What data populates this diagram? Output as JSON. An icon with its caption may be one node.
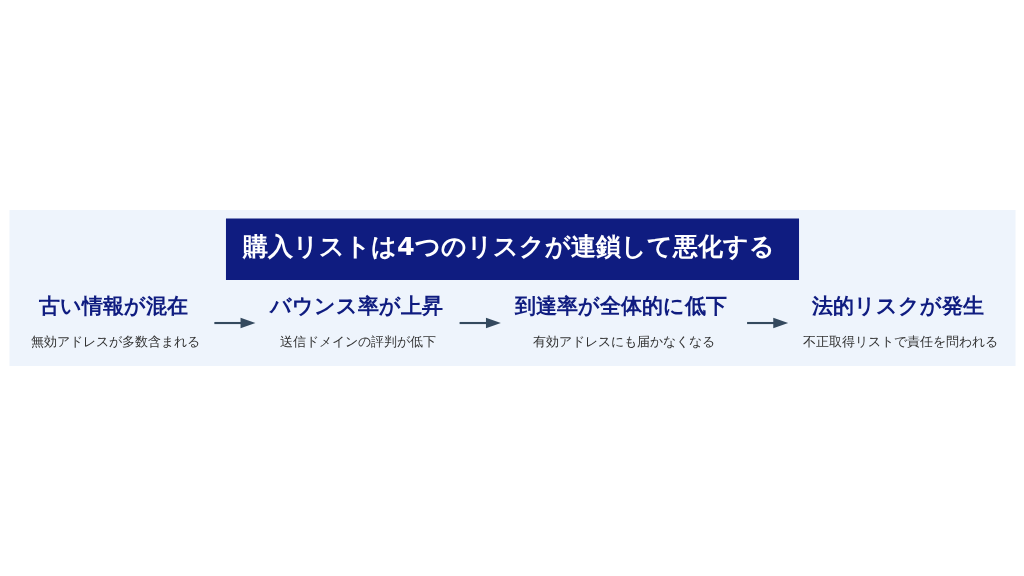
{
  "diagram": {
    "title": "購入リストは4つのリスクが連鎖して悪化する",
    "nodes": [
      {
        "text": [
          "古い情報が混在",
          "無効アドレスが多数含まれる"
        ]
      },
      {
        "text": [
          "バウンス率が上昇",
          "送信ドメインの評判が低下"
        ]
      },
      {
        "text": [
          "到達率が全体的に低下",
          "有効アドレスにも届かなくなる"
        ]
      },
      {
        "text": [
          "法的リスクが発生",
          "不正取得リストで責任を問われる"
        ]
      }
    ],
    "edges": [
      {
        "from": 0,
        "to": 1,
        "arrow": "to"
      },
      {
        "from": 1,
        "to": 2,
        "arrow": "to"
      },
      {
        "from": 2,
        "to": 3,
        "arrow": "to"
      }
    ]
  }
}
